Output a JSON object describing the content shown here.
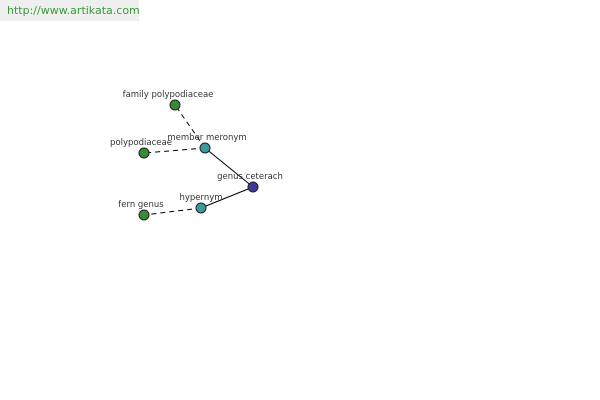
{
  "banner": {
    "url": "http://www.artikata.com"
  },
  "colors": {
    "root": "#3b3b9a",
    "relation": "#3b9a9a",
    "leaf": "#3b8a3b",
    "banner_bg": "#efefef",
    "banner_text": "#3b9a3b"
  },
  "graph": {
    "root": {
      "label": "genus ceterach"
    },
    "relations": [
      {
        "label": "member meronym",
        "targets": [
          {
            "label": "family polypodiaceae"
          },
          {
            "label": "polypodiaceae"
          }
        ]
      },
      {
        "label": "hypernym",
        "targets": [
          {
            "label": "fern genus"
          }
        ]
      }
    ]
  }
}
